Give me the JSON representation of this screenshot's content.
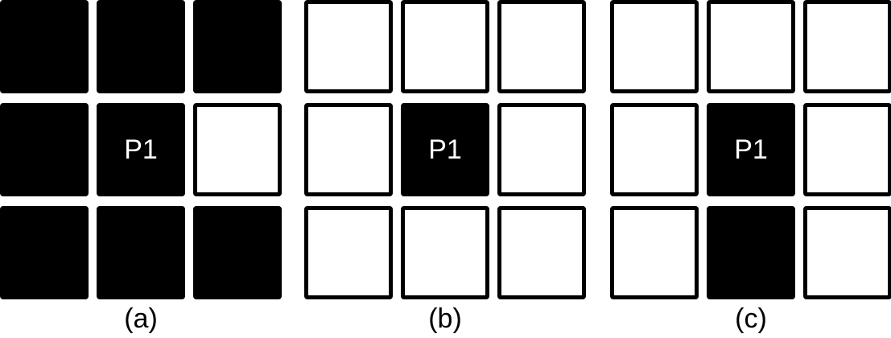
{
  "panels": [
    {
      "caption": "(a)",
      "cells": [
        {
          "fill": "black",
          "label": ""
        },
        {
          "fill": "black",
          "label": ""
        },
        {
          "fill": "black",
          "label": ""
        },
        {
          "fill": "black",
          "label": ""
        },
        {
          "fill": "black",
          "label": "P1"
        },
        {
          "fill": "white",
          "label": ""
        },
        {
          "fill": "black",
          "label": ""
        },
        {
          "fill": "black",
          "label": ""
        },
        {
          "fill": "black",
          "label": ""
        }
      ]
    },
    {
      "caption": "(b)",
      "cells": [
        {
          "fill": "white",
          "label": ""
        },
        {
          "fill": "white",
          "label": ""
        },
        {
          "fill": "white",
          "label": ""
        },
        {
          "fill": "white",
          "label": ""
        },
        {
          "fill": "black",
          "label": "P1"
        },
        {
          "fill": "white",
          "label": ""
        },
        {
          "fill": "white",
          "label": ""
        },
        {
          "fill": "white",
          "label": ""
        },
        {
          "fill": "white",
          "label": ""
        }
      ]
    },
    {
      "caption": "(c)",
      "cells": [
        {
          "fill": "white",
          "label": ""
        },
        {
          "fill": "white",
          "label": ""
        },
        {
          "fill": "white",
          "label": ""
        },
        {
          "fill": "white",
          "label": ""
        },
        {
          "fill": "black",
          "label": "P1"
        },
        {
          "fill": "white",
          "label": ""
        },
        {
          "fill": "white",
          "label": ""
        },
        {
          "fill": "black",
          "label": ""
        },
        {
          "fill": "white",
          "label": ""
        }
      ]
    }
  ],
  "colors": {
    "filled": "#000000",
    "empty": "#ffffff",
    "label_text": "#ffffff"
  }
}
